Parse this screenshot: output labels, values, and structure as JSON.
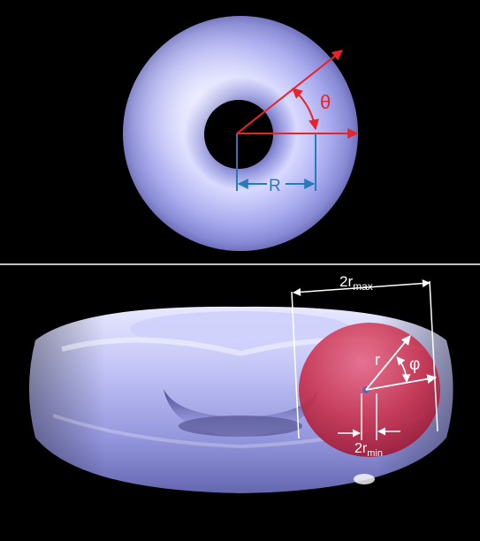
{
  "top_panel": {
    "labels": {
      "theta": "θ",
      "major_radius": "R"
    }
  },
  "bottom_panel": {
    "labels": {
      "rmax_base": "2r",
      "rmax_sub": "max",
      "rmin_base": "2r",
      "rmin_sub": "min",
      "minor_radius": "r",
      "phi": "φ"
    }
  },
  "colors": {
    "background": "#000000",
    "divider": "#ffffff",
    "torus_light": "#dcdcff",
    "torus_mid": "#a9abf0",
    "torus_dark": "#6264b8",
    "angle_arrow": "#e8242a",
    "radius_marker": "#2a7ab8",
    "cross_section": "#c8324a",
    "annotation_white": "#ffffff"
  },
  "icons": {
    "arrow_head": "filled triangle arrowhead"
  }
}
